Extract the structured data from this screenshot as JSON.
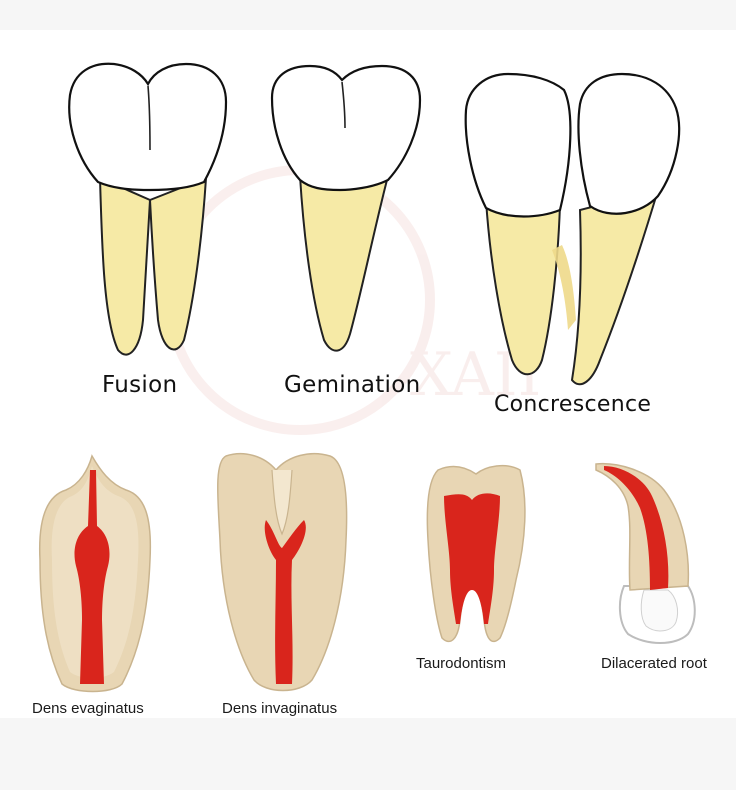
{
  "labels": {
    "fusion": "Fusion",
    "gemination": "Gemination",
    "concrescence": "Concrescence",
    "dens_evaginatus": "Dens evaginatus",
    "dens_invaginatus": "Dens invaginatus",
    "taurodontism": "Taurodontism",
    "dilacerated_root": "Dilacerated root"
  },
  "colors": {
    "enamel": "#ffffff",
    "root": "#f6eaa6",
    "dentin": "#e8d6b4",
    "pulp": "#d9251c",
    "outline": "#1a1a1a"
  }
}
